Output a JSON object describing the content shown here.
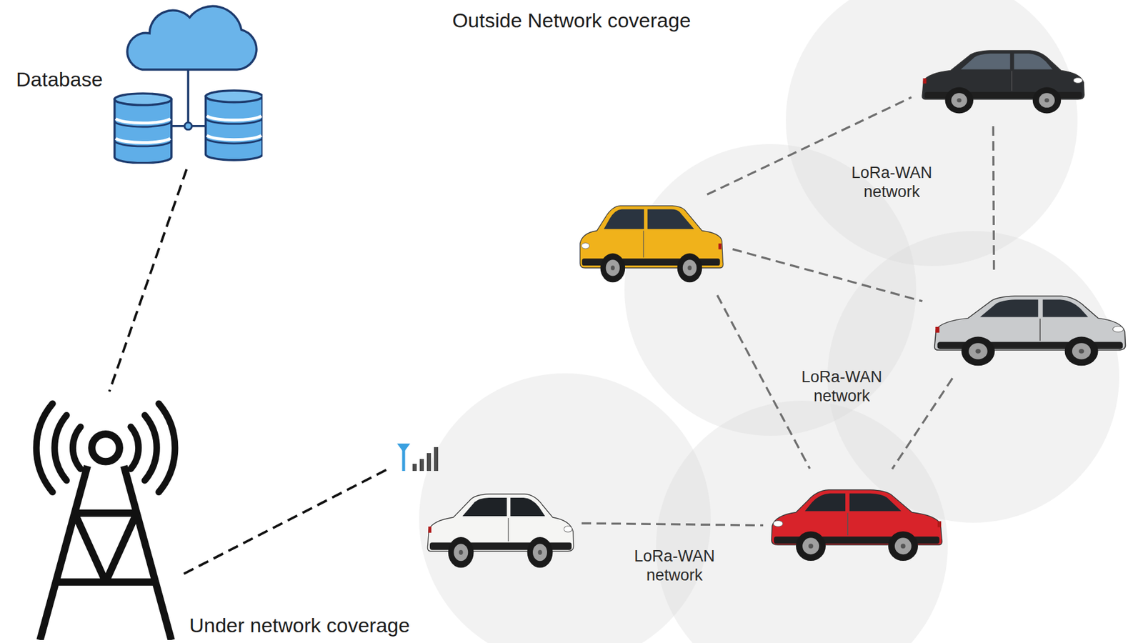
{
  "diagram": {
    "nodes": [
      {
        "text": [
          "Database"
        ]
      },
      {
        "text": [
          "Under network coverage"
        ]
      },
      {
        "in": 1
      },
      {
        "in": 1
      },
      {},
      {},
      {},
      {}
    ],
    "edges": [
      {
        "from": 0,
        "to": 2,
        "arrow": "none"
      },
      {
        "from": 2,
        "to": 3,
        "arrow": "none"
      },
      {
        "from": 3,
        "to": 4,
        "arrow": "none",
        "label": "LoRa-WAN network"
      },
      {
        "from": 5,
        "to": 4,
        "arrow": "none",
        "label": "LoRa-WAN network"
      },
      {
        "from": 5,
        "to": 6,
        "arrow": "none",
        "label": "LoRa-WAN network"
      },
      {
        "from": 5,
        "to": 7,
        "arrow": "none"
      },
      {
        "from": 6,
        "to": 7,
        "arrow": "none"
      },
      {
        "from": 7,
        "to": 4,
        "arrow": "none"
      }
    ],
    "labels": [
      "Outside Network coverage"
    ]
  }
}
